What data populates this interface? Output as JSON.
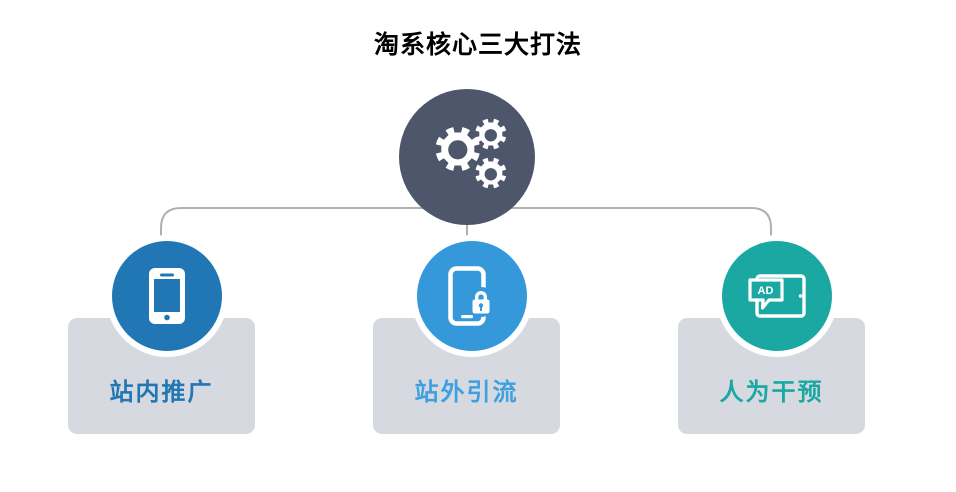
{
  "page": {
    "title": "淘系核心三大打法",
    "background_color": "#ffffff"
  },
  "hub": {
    "icon": "gears-icon",
    "color": "#4d566b",
    "icon_color": "#ffffff"
  },
  "connector": {
    "color": "#b0b0b0",
    "style": "rounded-bracket"
  },
  "branches": [
    {
      "label": "站内推广",
      "icon": "smartphone-icon",
      "circle_color": "#2077b4",
      "label_color": "#2077b4",
      "panel_color": "#d6dae0"
    },
    {
      "label": "站外引流",
      "icon": "smartphone-lock-icon",
      "circle_color": "#3498db",
      "label_color": "#3fa0e0",
      "panel_color": "#d6dae0"
    },
    {
      "label": "人为干预",
      "icon": "tablet-ad-icon",
      "circle_color": "#1ba8a2",
      "label_color": "#1ba8a2",
      "panel_color": "#d6dae0",
      "icon_text": "AD"
    }
  ]
}
